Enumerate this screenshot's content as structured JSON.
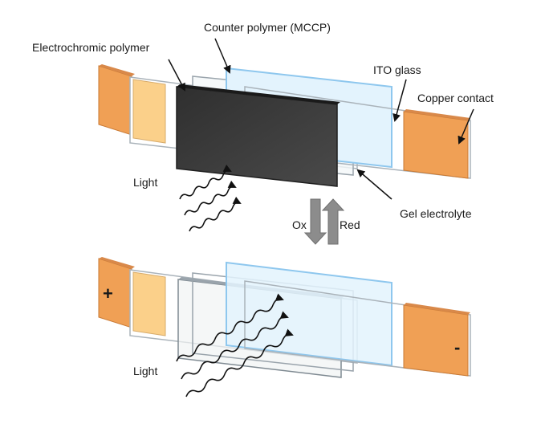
{
  "labels": {
    "counter_polymer": "Counter polymer (MCCP)",
    "electrochromic_polymer": "Electrochromic polymer",
    "ito_glass": "ITO glass",
    "copper_contact": "Copper contact",
    "light_top": "Light",
    "gel_electrolyte": "Gel electrolyte",
    "ox": "Ox",
    "red": "Red",
    "light_bottom": "Light",
    "plus": "+",
    "minus": "-"
  },
  "colors": {
    "copper": "#f0a055",
    "copper_light": "#fbd08a",
    "ito_blue": "#8ec7ee",
    "ito_fill": "#e3f3fd",
    "polymer_dark": "#3a3a3a",
    "arrow_grey": "#8c8c8c"
  },
  "states": {
    "top": "colored (electrochromic polymer dark, light blocked)",
    "bottom": "bleached (transparent, light passes)"
  }
}
